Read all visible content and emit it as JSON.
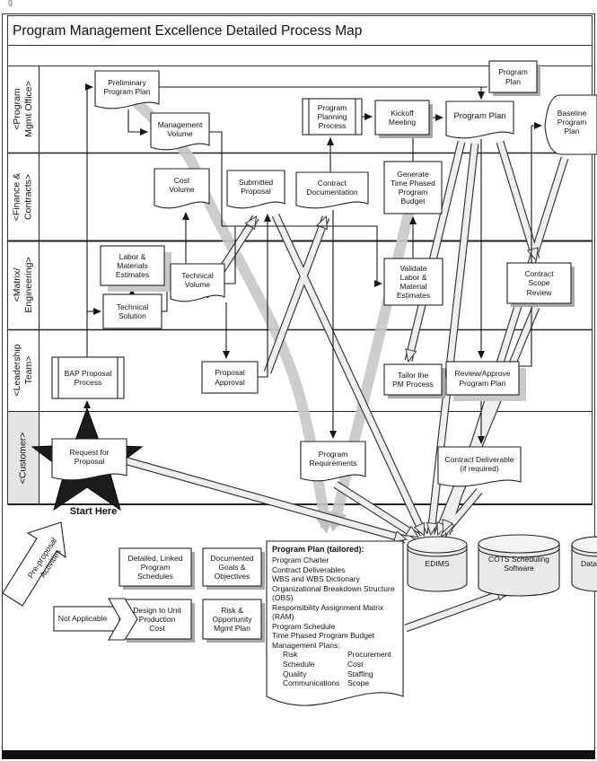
{
  "artifact": "g",
  "title": "Program Management Excellence Detailed Process Map",
  "lanes": {
    "pmo": "<Program\nMgmt Office>",
    "fc": "<Finance &\nContracts>",
    "mtx": "<Matrix/\nEngineering>",
    "lt": "<Leadership\nTeam>",
    "cust": "<Customer>"
  },
  "nodes": {
    "prelim": "Preliminary\nProgram Plan",
    "mgmt_vol": "Management\nVolume",
    "pp_box": "Program\nPlan",
    "ppp": "Program\nPlanning\nProcess",
    "kickoff": "Kickoff\nMeeting",
    "pp_doc": "Program Plan",
    "baseline": "Baseline\nProgram\nPlan",
    "cost_vol": "Cost\nVolume",
    "sub_prop": "Submitted\nProposal",
    "contract_doc": "Contract\nDocumentation",
    "gtpb": "Generate\nTime Phased\nProgram\nBudget",
    "lme": "Labor &\nMaterials\nEstimates",
    "tech_vol": "Technical\nVolume",
    "tech_sol": "Technical\nSolution",
    "vlme": "Validate\nLabor &\nMaterial\nEstimates",
    "csr": "Contract\nScope\nReview",
    "bap": "BAP Proposal\nProcess",
    "papp": "Proposal\nApproval",
    "tailor": "Tailor the\nPM Process",
    "rapp": "Review/Approve\nProgram Plan",
    "rfp": "Request for\nProposal",
    "preq": "Program\nRequirements",
    "cdel": "Contract Deliverable\n(if required)",
    "dlps": "Detailed, Linked\nProgram\nSchedules",
    "dgo": "Documented\nGoals &\nObjectives",
    "na": "Not Applicable",
    "dupc": "Design to Unit\nProduction\nCost",
    "romp": "Risk &\nOpportunity\nMgmt Plan"
  },
  "annotations": {
    "start_here": "Start Here",
    "preproposal": "Pre-proposal\nActivities"
  },
  "datastores": {
    "edims": "EDIMS",
    "cots": "COTS Scheduling\nSoftware",
    "data": "Data"
  },
  "tailored": {
    "heading": "Program Plan (tailored):",
    "items": [
      "Program Charter",
      "Contract Deliverables",
      "WBS and WBS Dictionary",
      "Organizational Breakdown Structure (OBS)",
      "Responsibility Assignment Matrix (RAM)",
      "Program Schedule",
      "Time Phased Program Budget"
    ],
    "mgmt_heading": "Management Plans:",
    "mgmt_left": [
      "Risk",
      "Schedule",
      "Quality",
      "Communications"
    ],
    "mgmt_right": [
      "Procurement",
      "Cost",
      "Staffing",
      "Scope"
    ]
  },
  "colors": {
    "line": "#1a1a1a",
    "fill": "#ffffff",
    "lane_shade": "#e4e4e4",
    "pipe_fill": "#efefef",
    "swoosh": "#c6c6c6",
    "cylinder": "#e9e9e9",
    "star": "#1c1c1c"
  }
}
